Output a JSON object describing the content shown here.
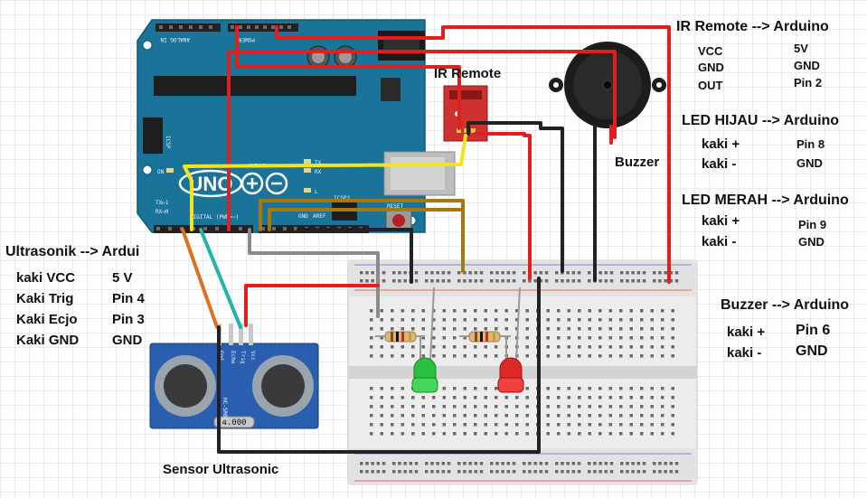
{
  "labels": {
    "ir_remote": "IR Remote",
    "buzzer": "Buzzer",
    "sensor_ultrasonic": "Sensor Ultrasonic"
  },
  "arduino": {
    "logo_text": "UNO",
    "brand": "ARDUINO",
    "labels": {
      "analog_in": "ANALOG IN",
      "power": "POWER",
      "digital": "DIGITAL (PWM=~)",
      "icsp": "ICSP",
      "icsp2": "ICSP2",
      "reset": "RESET",
      "aref": "AREF",
      "gnd": "GND",
      "on": "ON",
      "tx": "TX",
      "rx": "RX",
      "l": "L",
      "txd": "TX▷1",
      "rxd": "RX◁0"
    }
  },
  "hcsr04": {
    "label": "HC-SR04",
    "display": "4.000",
    "pins": [
      "Vcc",
      "Trig",
      "Echo",
      "Gnd"
    ]
  },
  "wiring_tables": {
    "ultrasonik": {
      "title": "Ultrasonik --> Ardui",
      "rows": [
        {
          "name": "kaki VCC",
          "pin": "5 V"
        },
        {
          "name": "Kaki Trig",
          "pin": "Pin 4"
        },
        {
          "name": "Kaki  Ecjo",
          "pin": "Pin 3"
        },
        {
          "name": "Kaki GND",
          "pin": "GND"
        }
      ]
    },
    "ir_remote": {
      "title": "IR Remote  --> Arduino",
      "rows": [
        {
          "name": "VCC",
          "pin": "5V"
        },
        {
          "name": "GND",
          "pin": "GND"
        },
        {
          "name": "OUT",
          "pin": "Pin 2"
        }
      ]
    },
    "led_hijau": {
      "title": "LED HIJAU  --> Arduino",
      "rows": [
        {
          "name": "kaki +",
          "pin": "Pin 8"
        },
        {
          "name": "kaki -",
          "pin": "GND"
        }
      ]
    },
    "led_merah": {
      "title": "LED MERAH --> Arduino",
      "rows": [
        {
          "name": "kaki +",
          "pin": "Pin 9"
        },
        {
          "name": "kaki -",
          "pin": "GND"
        }
      ]
    },
    "buzzer": {
      "title": "Buzzer --> Arduino",
      "rows": [
        {
          "name": "kaki +",
          "pin": "Pin 6"
        },
        {
          "name": "kaki -",
          "pin": "GND"
        }
      ]
    }
  },
  "colors": {
    "board": "#1a7399",
    "wire_red": "#e02020",
    "wire_black": "#222222",
    "wire_yellow": "#f4e41c",
    "wire_orange": "#e07020",
    "wire_teal": "#20b4a8",
    "wire_gray": "#8a8a8a",
    "wire_brown": "#a87810",
    "led_green": "#28c040",
    "led_red": "#e02828"
  }
}
